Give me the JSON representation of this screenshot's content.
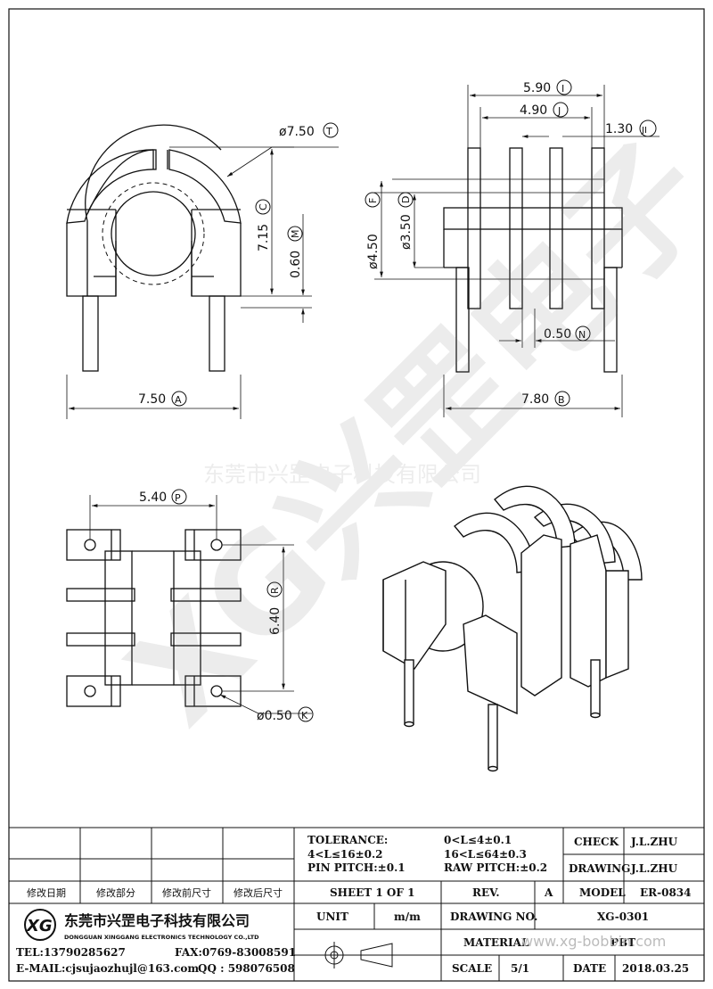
{
  "dimensions": {
    "dia_750_t": "ø7.50",
    "label_t": "T",
    "dim_715_c": "7.15",
    "label_c": "C",
    "dim_060_m": "0.60",
    "label_m": "M",
    "dim_750_a": "7.50",
    "label_a": "A",
    "dim_590_i": "5.90",
    "label_i": "I",
    "dim_490_j": "4.90",
    "label_j": "J",
    "dim_130_jl": "1.30",
    "label_jl": "JI",
    "dia_450_f": "ø4.50",
    "label_f": "F",
    "dia_350_d": "ø3.50",
    "label_d": "D",
    "dim_050_n": "0.50",
    "label_n": "N",
    "dim_780_b": "7.80",
    "label_b": "B",
    "dim_540_p": "5.40",
    "label_p": "P",
    "dim_640_r": "6.40",
    "label_r": "R",
    "dia_050_k": "ø0.50",
    "label_k": "K"
  },
  "watermark": {
    "company_line": "东莞市兴罡电子科技有限公司",
    "big_text": "XG兴罡电子",
    "url": "www.xg-bobbin.com"
  },
  "title_block": {
    "rev_headers": [
      "修改日期",
      "修改部分",
      "修改前尺寸",
      "修改后尺寸"
    ],
    "tolerance_label": "TOLERANCE:",
    "tol_1": "0<L≤4±0.1",
    "tol_2": "4<L≤16±0.2",
    "tol_3": "16<L≤64±0.3",
    "pin_pitch": "PIN PITCH:±0.1",
    "raw_pitch": "RAW PITCH:±0.2",
    "check_label": "CHECK",
    "check_value": "J.L.ZHU",
    "drawing_label": "DRAWING",
    "drawing_value": "J.L.ZHU",
    "sheet": "SHEET 1 OF 1",
    "rev_label": "REV.",
    "rev_value": "A",
    "model_label": "MODEL",
    "model_value": "ER-0834",
    "company_cn": "东莞市兴罡电子科技有限公司",
    "company_en": "DONGGUAN XINGGANG ELECTRONICS TECHNOLOGY CO.,LTD",
    "logo_text": "XG",
    "unit_label": "UNIT",
    "unit_value": "m/m",
    "drawing_no_label": "DRAWING NO.",
    "drawing_no_value": "XG-0301",
    "tel": "TEL:13790285627",
    "fax": "FAX:0769-83008591",
    "email": "E-MAIL:cjsujaozhujl@163.com",
    "qq": "QQ : 598076508",
    "material_label": "MATERIAL",
    "material_value": "PBT",
    "scale_label": "SCALE",
    "scale_value": "5/1",
    "date_label": "DATE",
    "date_value": "2018.03.25"
  }
}
